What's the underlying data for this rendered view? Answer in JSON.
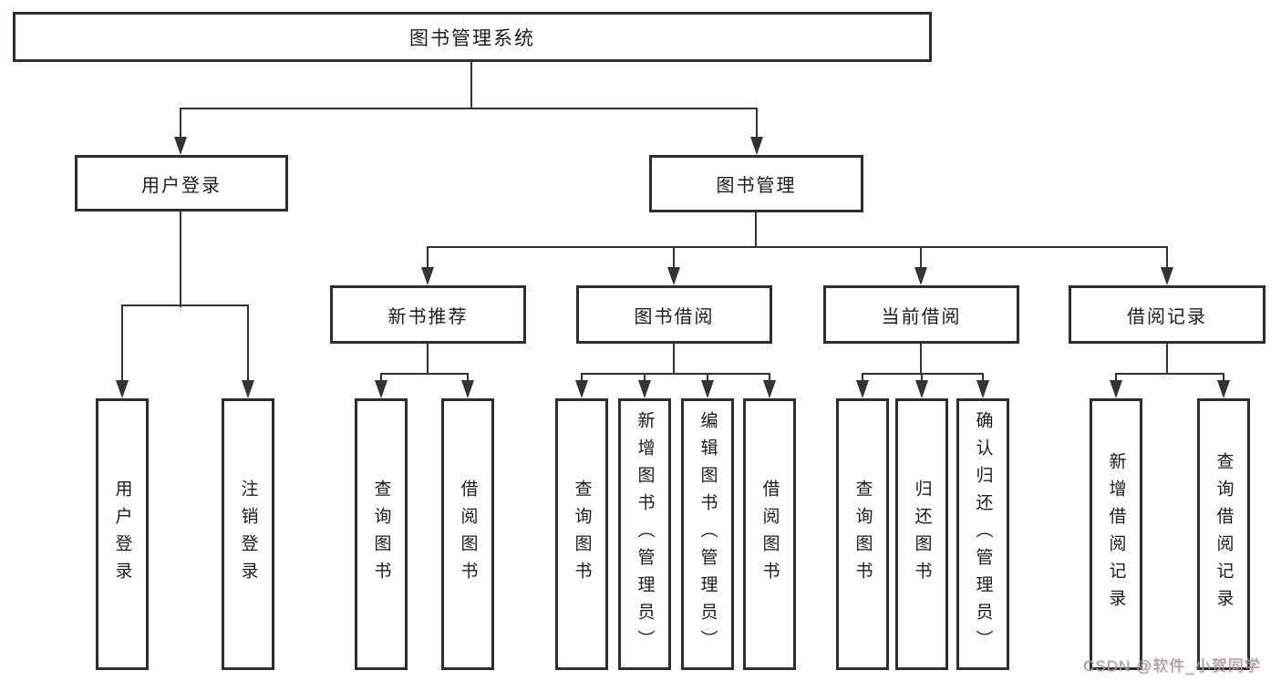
{
  "nodes": {
    "root": {
      "label": "图书管理系统"
    },
    "level2": [
      {
        "label": "用户登录"
      },
      {
        "label": "图书管理"
      }
    ],
    "level3": [
      {
        "label": "新书推荐"
      },
      {
        "label": "图书借阅"
      },
      {
        "label": "当前借阅"
      },
      {
        "label": "借阅记录"
      }
    ],
    "leaves": [
      {
        "label": "用户登录"
      },
      {
        "label": "注销登录"
      },
      {
        "label": "查询图书"
      },
      {
        "label": "借阅图书"
      },
      {
        "label": "查询图书"
      },
      {
        "label": "新增图书（管理员）"
      },
      {
        "label": "编辑图书（管理员）"
      },
      {
        "label": "借阅图书"
      },
      {
        "label": "查询图书"
      },
      {
        "label": "归还图书"
      },
      {
        "label": "确认归还（管理员）"
      },
      {
        "label": "新增借阅记录"
      },
      {
        "label": "查询借阅记录"
      }
    ]
  },
  "watermark": {
    "text": "CSDN @软件_小贺同学"
  },
  "colors": {
    "line": "#333333",
    "box_border": "#2e2e2e",
    "text": "#1c1c1c",
    "background": "#ffffff",
    "watermark": "#9f9fa3"
  }
}
